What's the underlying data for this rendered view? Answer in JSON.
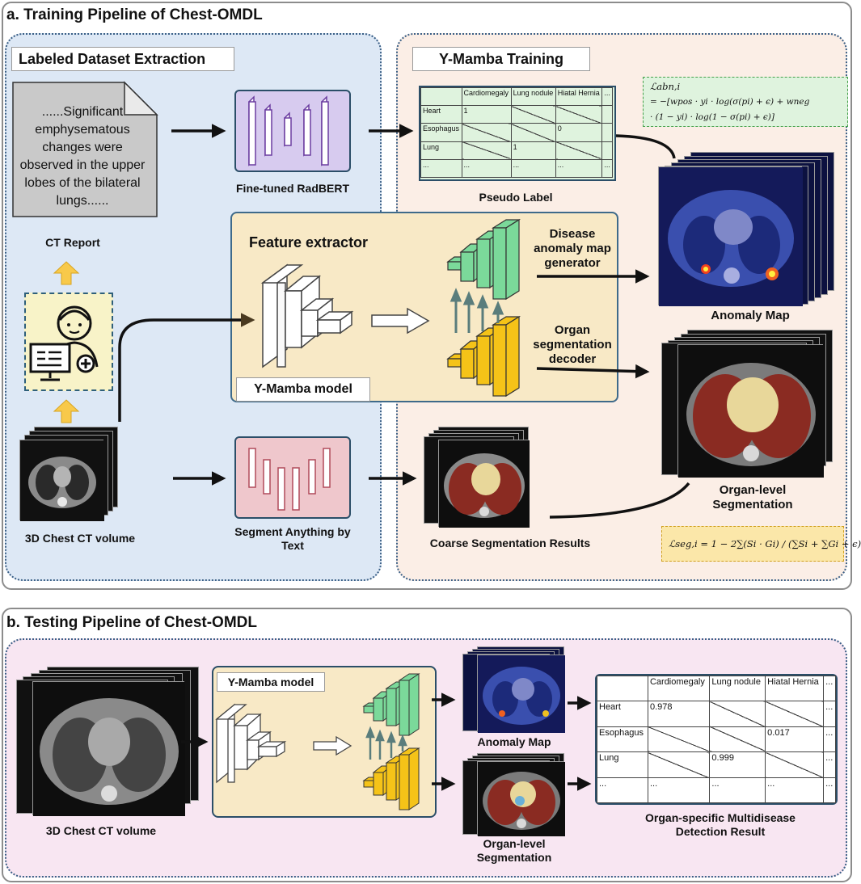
{
  "section_a": {
    "title": "a. Training Pipeline of Chest-OMDL",
    "left_title": "Labeled Dataset Extraction",
    "right_title": "Y-Mamba Training",
    "report_text": "......Significant emphysematous changes were observed in the upper lobes of the bilateral lungs......",
    "ct_report_label": "CT Report",
    "radbert_label": "Fine-tuned RadBERT",
    "pseudo_label": "Pseudo Label",
    "feature_extractor_label": "Feature extractor",
    "ymamba_label": "Y-Mamba model",
    "disease_generator_label": "Disease anomaly map generator",
    "organ_decoder_label": "Organ segmentation decoder",
    "anomaly_map_label": "Anomaly Map",
    "organ_seg_label": "Organ-level Segmentation",
    "ct_volume_label": "3D Chest CT volume",
    "sam_label": "Segment Anything by Text",
    "coarse_seg_label": "Coarse Segmentation Results",
    "loss_abn_lhs": "ℒabn,i",
    "loss_abn_line1": "= −[wpos · yi · log(σ(pi) + ϵ) + wneg",
    "loss_abn_line2": "· (1 − yi) · log(1 − σ(pi) + ϵ)]",
    "loss_seg": "ℒseg,i = 1 − 2∑(Si · Gi) / (∑Si + ∑Gi + ϵ)",
    "pseudo_table": {
      "header": [
        "",
        "Cardiomegaly",
        "Lung nodule",
        "Hiatal Hernia",
        "..."
      ],
      "rows": [
        [
          "Heart",
          "1",
          "",
          "",
          ""
        ],
        [
          "Esophagus",
          "",
          "",
          "0",
          ""
        ],
        [
          "Lung",
          "",
          "1",
          "",
          ""
        ],
        [
          "...",
          "...",
          "...",
          "...",
          "..."
        ]
      ]
    }
  },
  "section_b": {
    "title": "b. Testing Pipeline of Chest-OMDL",
    "ct_volume_label": "3D Chest CT volume",
    "ymamba_label": "Y-Mamba model",
    "anomaly_map_label": "Anomaly Map",
    "organ_seg_label": "Organ-level Segmentation",
    "result_label": "Organ-specific Multidisease Detection Result",
    "result_table": {
      "header": [
        "",
        "Cardiomegaly",
        "Lung nodule",
        "Hiatal Hernia",
        "..."
      ],
      "rows": [
        [
          "Heart",
          "0.978",
          "",
          "",
          "..."
        ],
        [
          "Esophagus",
          "",
          "",
          "0.017",
          "..."
        ],
        [
          "Lung",
          "",
          "0.999",
          "",
          "..."
        ],
        [
          "...",
          "...",
          "...",
          "...",
          "..."
        ]
      ]
    }
  },
  "colors": {
    "left_bg": "#dde8f5",
    "right_bg": "#fbeee6",
    "feature_bg": "#f8e9c6",
    "radbert_bg": "#d7cbef",
    "sam_bg": "#efc7cc",
    "table_bg": "#dff3de",
    "formula_bg": "#dff3de",
    "seg_formula_bg": "#fbe7a9",
    "section_b_bg": "#f8e6f2",
    "green_dec": "#7bd99a",
    "yellow_dec": "#f5c318"
  }
}
